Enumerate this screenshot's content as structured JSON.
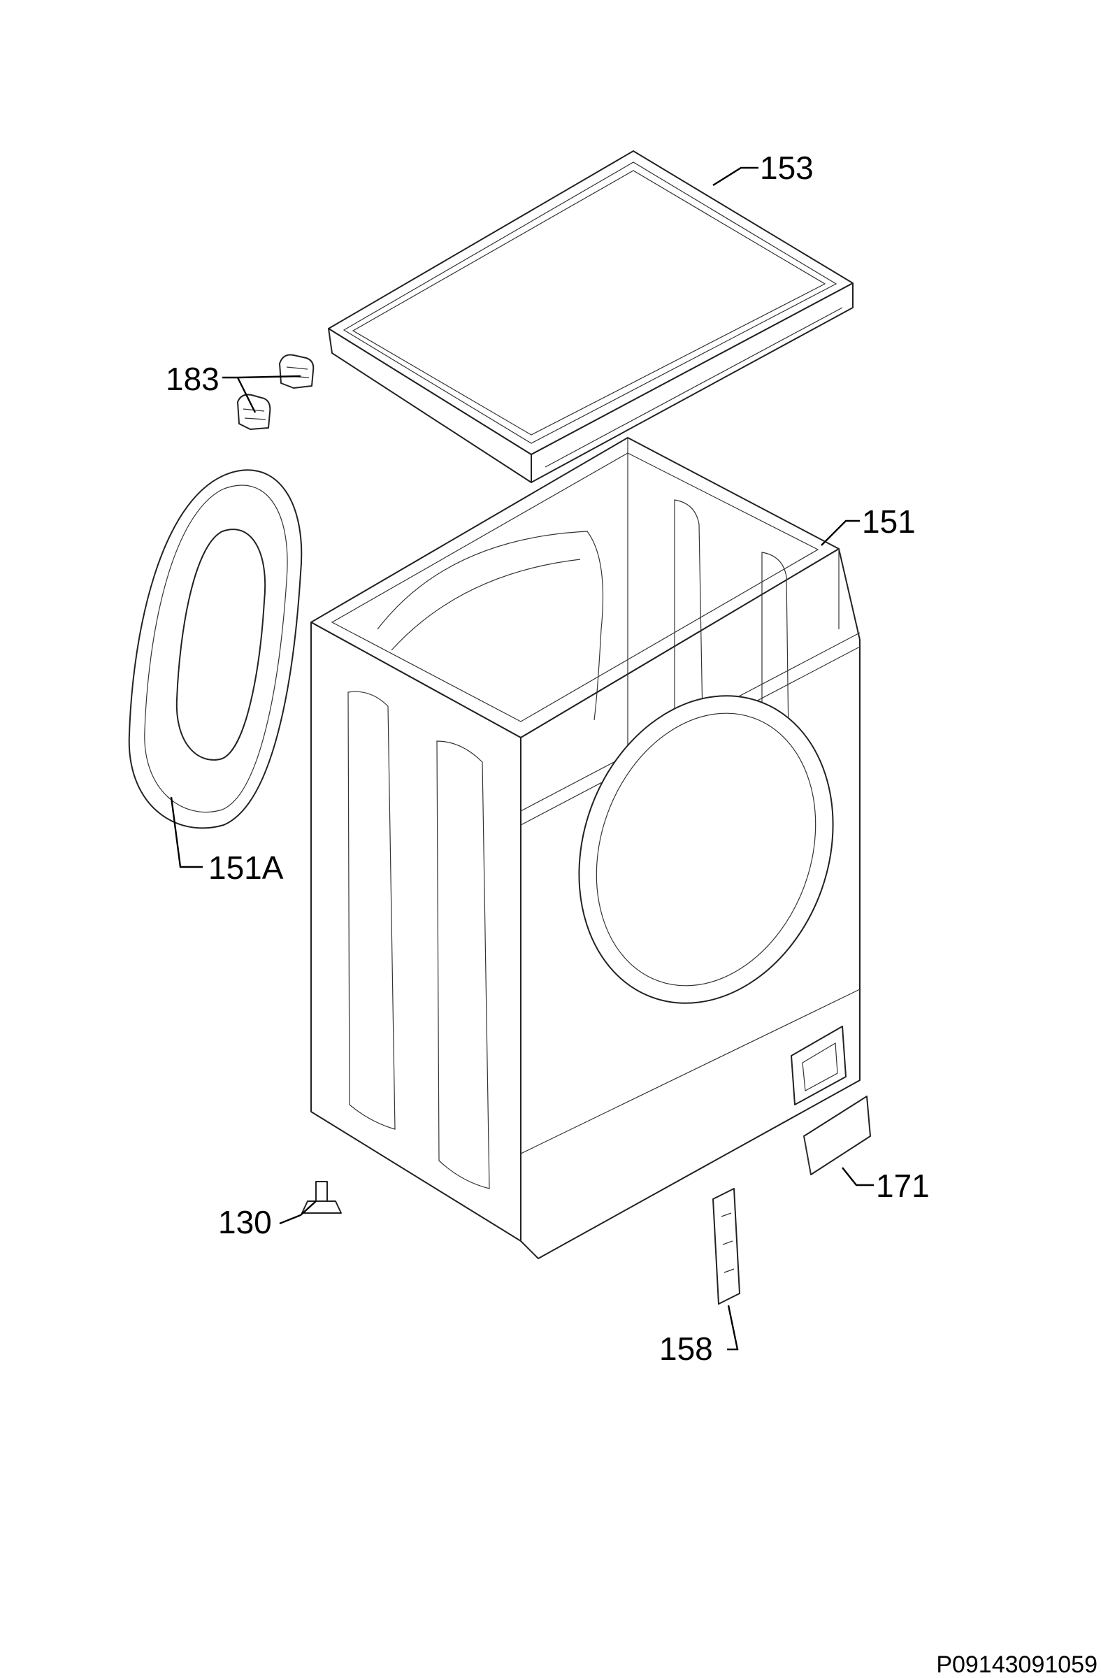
{
  "diagram": {
    "labels": {
      "p153": "153",
      "p183": "183",
      "p151": "151",
      "p151A": "151A",
      "p130": "130",
      "p171": "171",
      "p158": "158"
    },
    "document_code": "P09143091059"
  }
}
